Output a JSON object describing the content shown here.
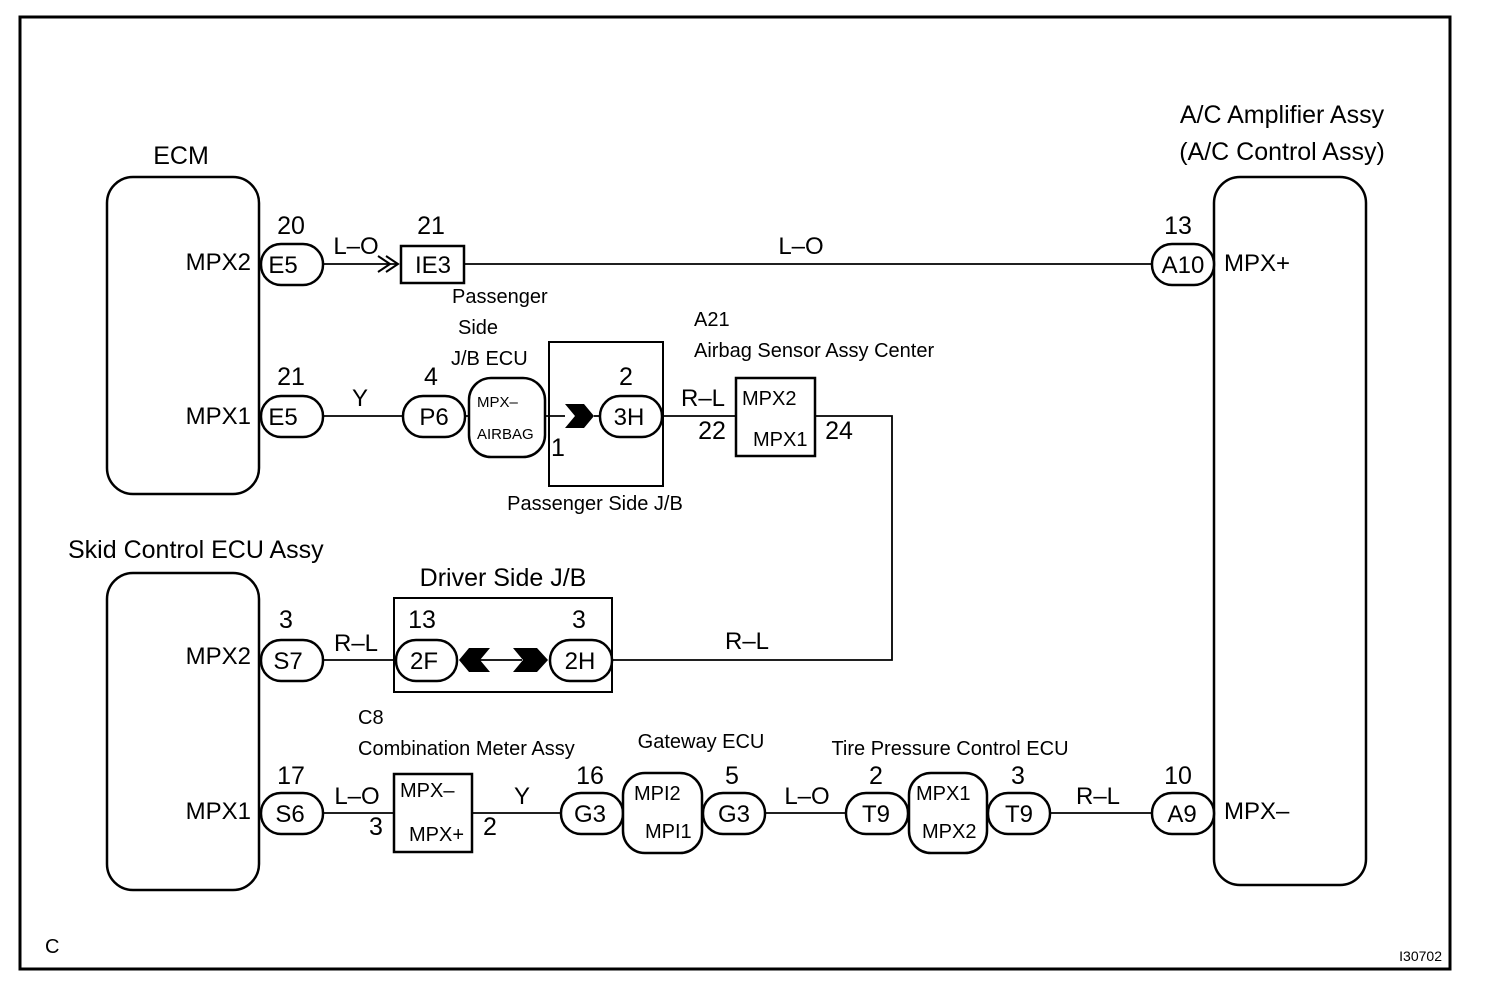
{
  "footer": {
    "letter": "C",
    "figure_id": "I30702"
  },
  "components": {
    "ecm": {
      "name": "ECM",
      "pin1": "MPX2",
      "pin2": "MPX1"
    },
    "ac_amp": {
      "name_line1": "A/C Amplifier Assy",
      "name_line2": "(A/C Control Assy)",
      "pin1": "MPX+",
      "pin2": "MPX–"
    },
    "skid": {
      "name": "Skid Control ECU Assy",
      "pin1": "MPX2",
      "pin2": "MPX1"
    },
    "pass_jb_ecu": {
      "line1": "Passenger",
      "line2": "Side",
      "line3": "J/B ECU",
      "pin1": "MPX–",
      "pin2": "AIRBAG"
    },
    "pass_jb": {
      "name": "Passenger Side J/B"
    },
    "airbag": {
      "code": "A21",
      "name": "Airbag Sensor Assy Center",
      "pin1": "MPX2",
      "pin2": "MPX1"
    },
    "driver_jb": {
      "name": "Driver Side J/B"
    },
    "comb_meter": {
      "code": "C8",
      "name": "Combination Meter Assy",
      "pin1": "MPX–",
      "pin2": "MPX+"
    },
    "gateway": {
      "name": "Gateway ECU",
      "pin1": "MPI2",
      "pin2": "MPI1"
    },
    "tire": {
      "name": "Tire Pressure Control ECU",
      "pin1": "MPX1",
      "pin2": "MPX2"
    }
  },
  "connectors": {
    "e5_top": "E5",
    "ie3": "IE3",
    "a10": "A10",
    "e5_mid": "E5",
    "p6": "P6",
    "h3": "3H",
    "s7": "S7",
    "f2": "2F",
    "h2": "2H",
    "s6": "S6",
    "g3_left": "G3",
    "g3_right": "G3",
    "t9_left": "T9",
    "t9_right": "T9",
    "a9": "A9"
  },
  "pins": {
    "ecm_mpx2": "20",
    "ie3": "21",
    "ac_mpx_plus": "13",
    "ecm_mpx1": "21",
    "p6": "4",
    "h3": "2",
    "jb_internal": "1",
    "airbag_mpx2": "22",
    "airbag_mpx1": "24",
    "skid_mpx2": "3",
    "f2": "13",
    "h2": "3",
    "skid_mpx1": "17",
    "comb_mpx_minus": "3",
    "comb_mpx_plus": "2",
    "gateway_mpi2": "16",
    "gateway_mpi1": "5",
    "tire_mpx1": "2",
    "tire_mpx2": "3",
    "ac_mpx_minus": "10"
  },
  "wires": {
    "w1a": "L–O",
    "w1b": "L–O",
    "w2": "Y",
    "w3": "R–L",
    "w4a": "R–L",
    "w4b": "R–L",
    "w5a": "L–O",
    "w5b": "Y",
    "w5c": "L–O",
    "w5d": "R–L"
  }
}
